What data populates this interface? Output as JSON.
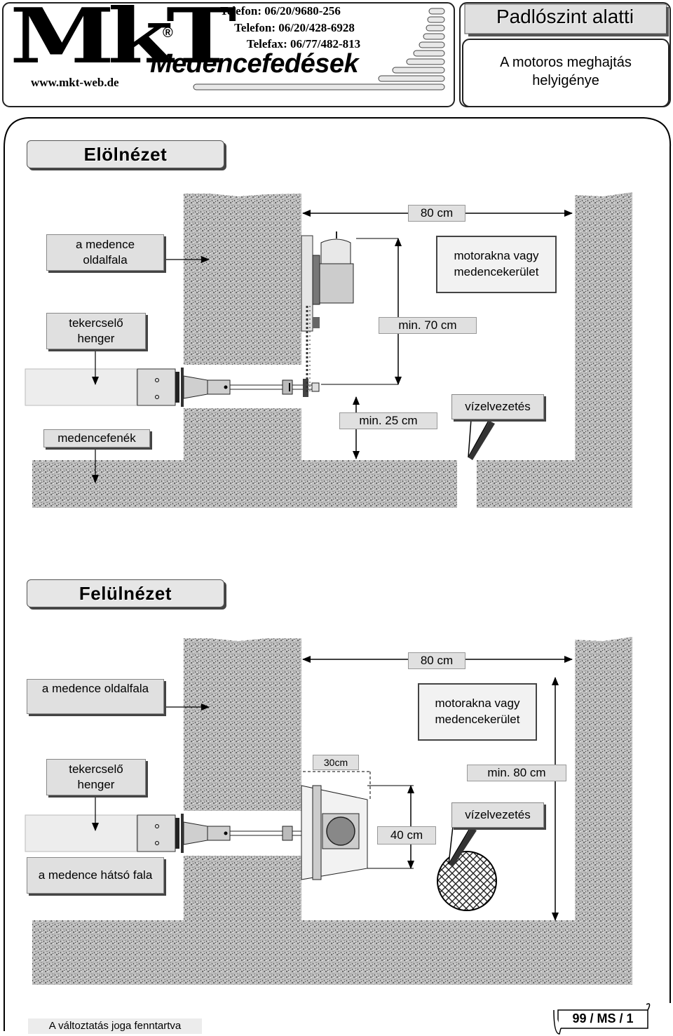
{
  "header": {
    "logo_text": "MkT",
    "registered": "®",
    "website": "www.mkt-web.de",
    "phone1": "Telefon: 06/20/9680-256",
    "phone2": "Telefon: 06/20/428-6928",
    "fax": "Telefax: 06/77/482-813",
    "brand": "Medencefedések",
    "title": "Padlószint alatti",
    "subtitle_line1": "A motoros meghajtás",
    "subtitle_line2": "helyigénye"
  },
  "front_view": {
    "title": "Elölnézet",
    "wall_label_1": "a medence",
    "wall_label_2": "oldalfala",
    "roller_label_1": "tekercselő",
    "roller_label_2": "henger",
    "floor_label": "medencefenék",
    "dim_top": "80 cm",
    "motor_area_1": "motorakna vagy",
    "motor_area_2": "medencekerület",
    "dim_min70": "min. 70 cm",
    "dim_min25": "min. 25 cm",
    "drain": "vízelvezetés"
  },
  "top_view": {
    "title": "Felülnézet",
    "wall_label": "a medence oldalfala",
    "roller_label_1": "tekercselő",
    "roller_label_2": "henger",
    "back_wall_label": "a medence hátsó fala",
    "dim_top": "80 cm",
    "motor_area_1": "motorakna vagy",
    "motor_area_2": "medencekerület",
    "dim_30": "30cm",
    "dim_40": "40 cm",
    "dim_min80": "min. 80 cm",
    "drain": "vízelvezetés"
  },
  "footer": {
    "note": "A változtatás joga fenntartva",
    "page": "99 / MS / 1"
  }
}
